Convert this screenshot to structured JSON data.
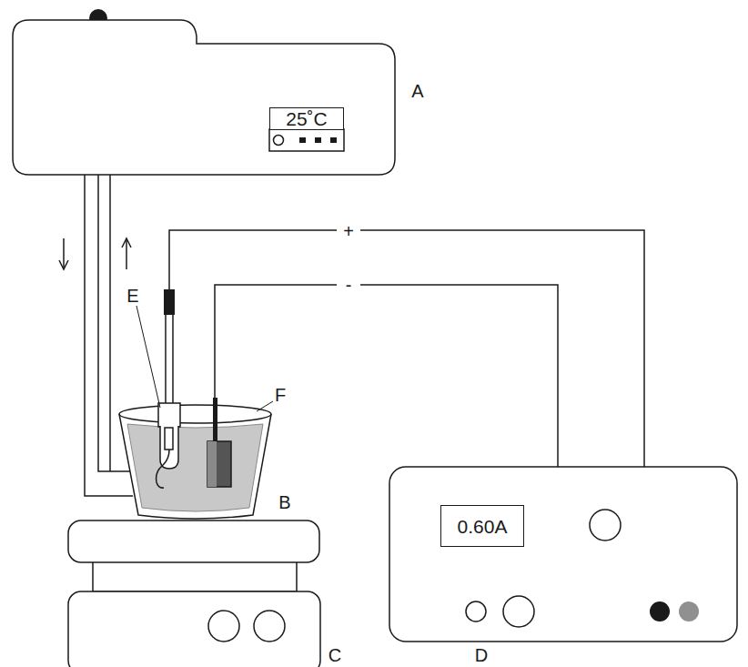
{
  "diagram": {
    "nodes": [
      {
        "text": [
          "25˚C"
        ]
      },
      {
        "text": [
          "0.60A"
        ]
      }
    ],
    "labels": [
      "A",
      "E",
      "+",
      "-",
      "F",
      "B",
      "C",
      "D"
    ]
  }
}
